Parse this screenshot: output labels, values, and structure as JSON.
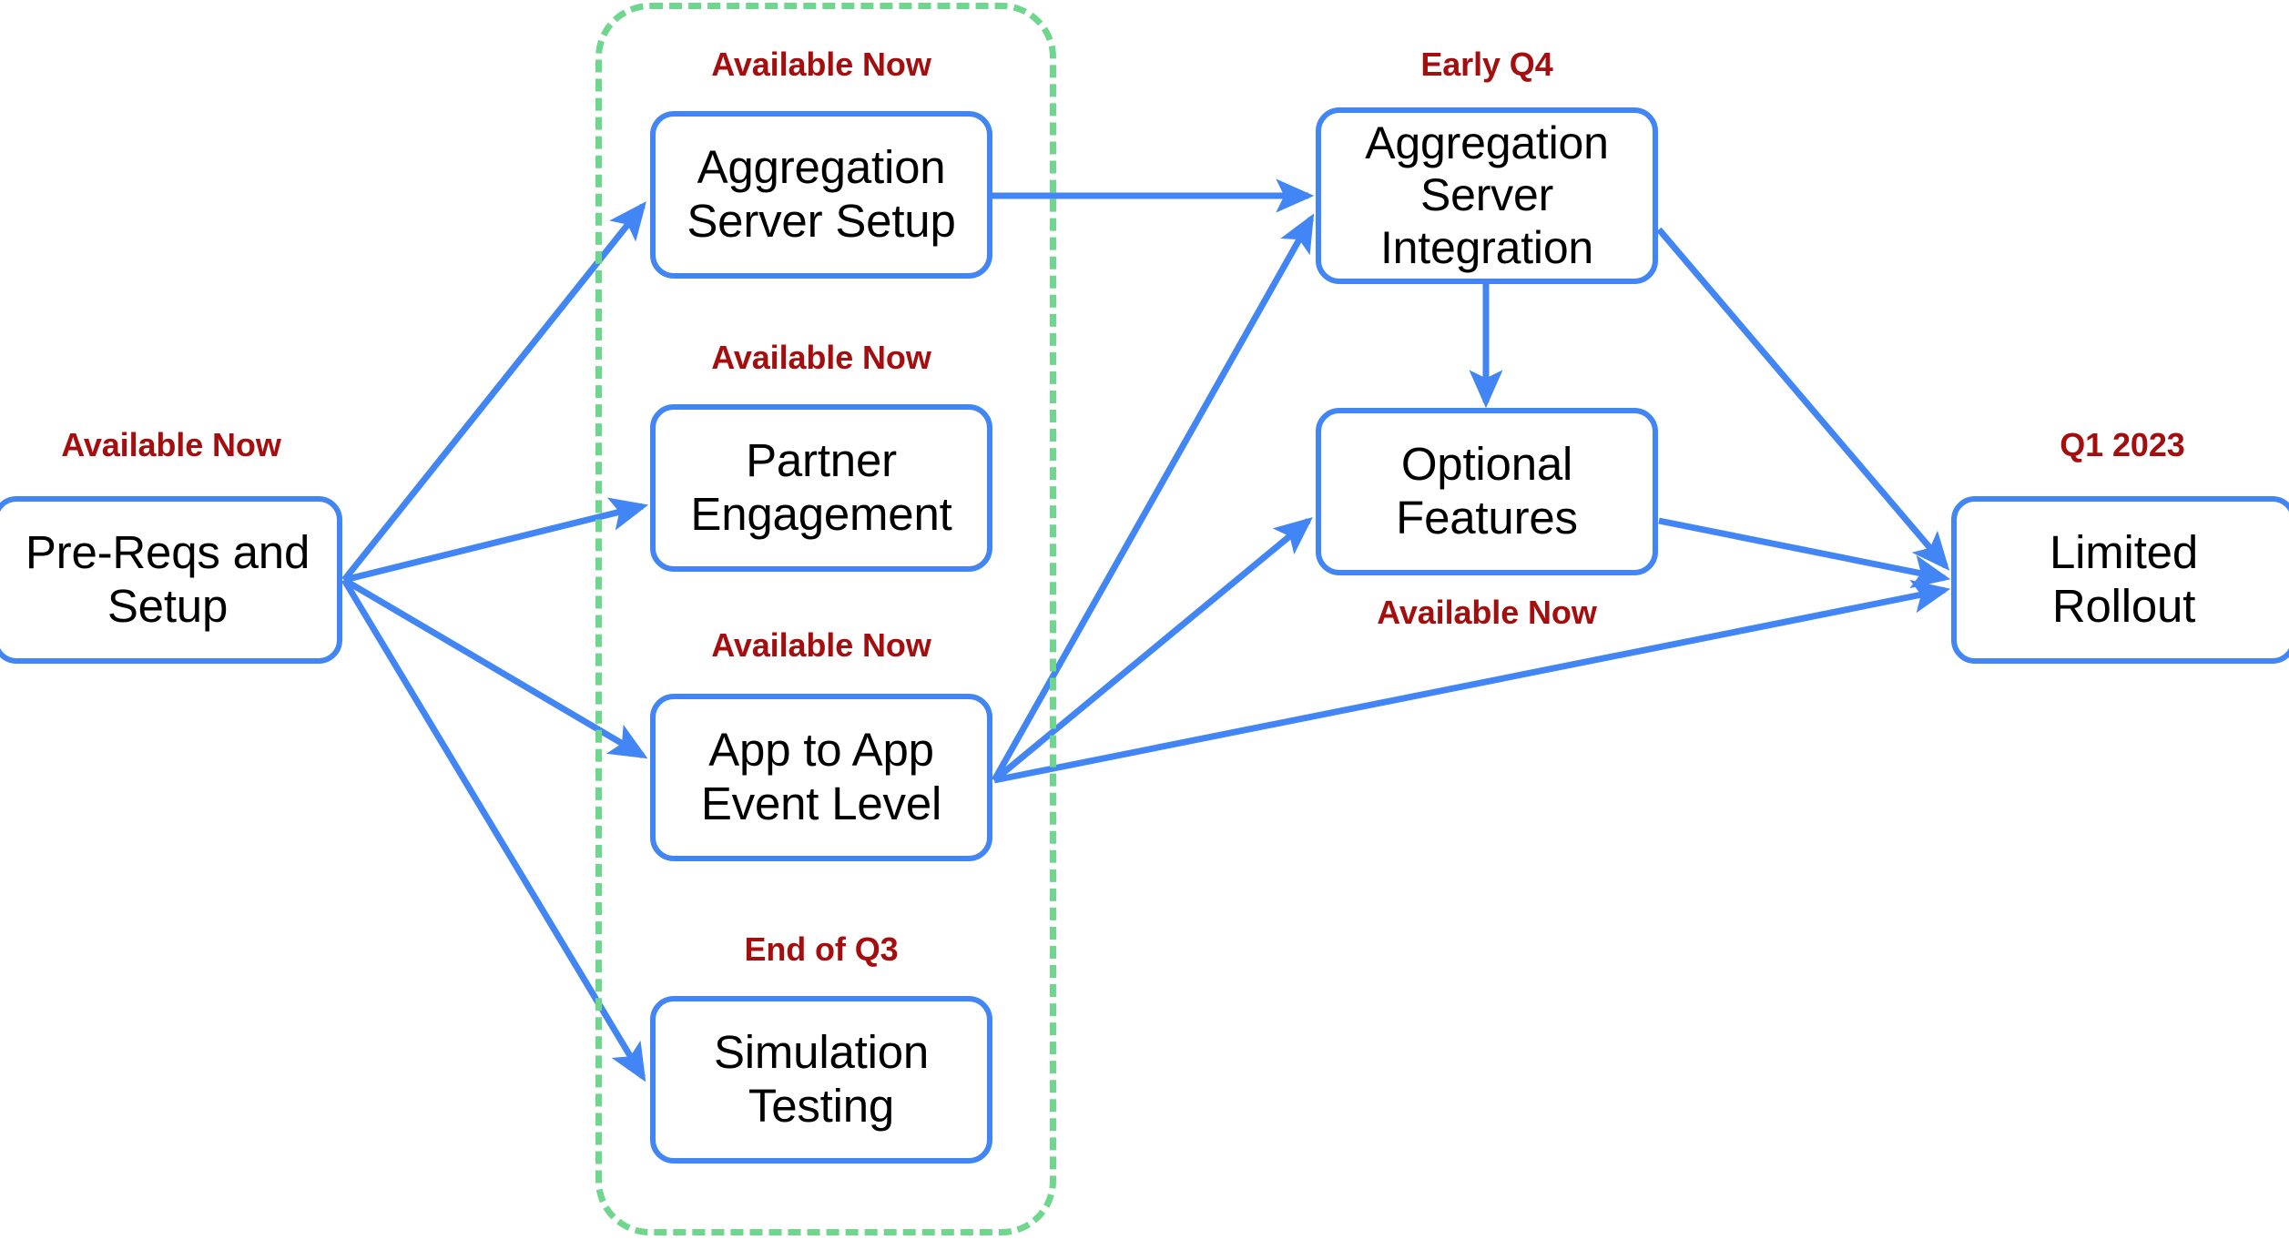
{
  "diagram": {
    "title": "Implementation Roadmap Flow",
    "colors": {
      "node_border": "#4285F4",
      "node_fill": "#FFFFFF",
      "node_text": "#000000",
      "edge": "#4285F4",
      "tag_text": "#A50E0E",
      "group_border": "#6FD68E",
      "background": "#FFFFFF"
    },
    "group": {
      "name": "dashed-group-container",
      "style": "dashed",
      "label": ""
    },
    "nodes": [
      {
        "id": "pre-reqs-and-setup",
        "line1": "Pre-Reqs and",
        "line2": "Setup",
        "tag": "Available Now",
        "tag_position": "above"
      },
      {
        "id": "aggregation-server-setup",
        "line1": "Aggregation",
        "line2": "Server Setup",
        "tag": "Available Now",
        "tag_position": "above"
      },
      {
        "id": "partner-engagement",
        "line1": "Partner",
        "line2": "Engagement",
        "tag": "Available Now",
        "tag_position": "above"
      },
      {
        "id": "app-to-app-event-level",
        "line1": "App to App",
        "line2": "Event Level",
        "tag": "Available Now",
        "tag_position": "above"
      },
      {
        "id": "simulation-testing",
        "line1": "Simulation",
        "line2": "Testing",
        "tag": "End of Q3",
        "tag_position": "above"
      },
      {
        "id": "aggregation-server-integration",
        "line1": "Aggregation",
        "line2": "Server",
        "line3": "Integration",
        "tag": "Early Q4",
        "tag_position": "above"
      },
      {
        "id": "optional-features",
        "line1": "Optional",
        "line2": "Features",
        "tag": "Available Now",
        "tag_position": "below"
      },
      {
        "id": "limited-rollout",
        "line1": "Limited",
        "line2": "Rollout",
        "tag": "Q1 2023",
        "tag_position": "above"
      }
    ],
    "edges": [
      {
        "from": "pre-reqs-and-setup",
        "to": "aggregation-server-setup"
      },
      {
        "from": "pre-reqs-and-setup",
        "to": "partner-engagement"
      },
      {
        "from": "pre-reqs-and-setup",
        "to": "app-to-app-event-level"
      },
      {
        "from": "pre-reqs-and-setup",
        "to": "simulation-testing"
      },
      {
        "from": "aggregation-server-setup",
        "to": "aggregation-server-integration"
      },
      {
        "from": "app-to-app-event-level",
        "to": "aggregation-server-integration"
      },
      {
        "from": "app-to-app-event-level",
        "to": "optional-features"
      },
      {
        "from": "app-to-app-event-level",
        "to": "limited-rollout"
      },
      {
        "from": "aggregation-server-integration",
        "to": "optional-features"
      },
      {
        "from": "aggregation-server-integration",
        "to": "limited-rollout"
      }
    ]
  }
}
